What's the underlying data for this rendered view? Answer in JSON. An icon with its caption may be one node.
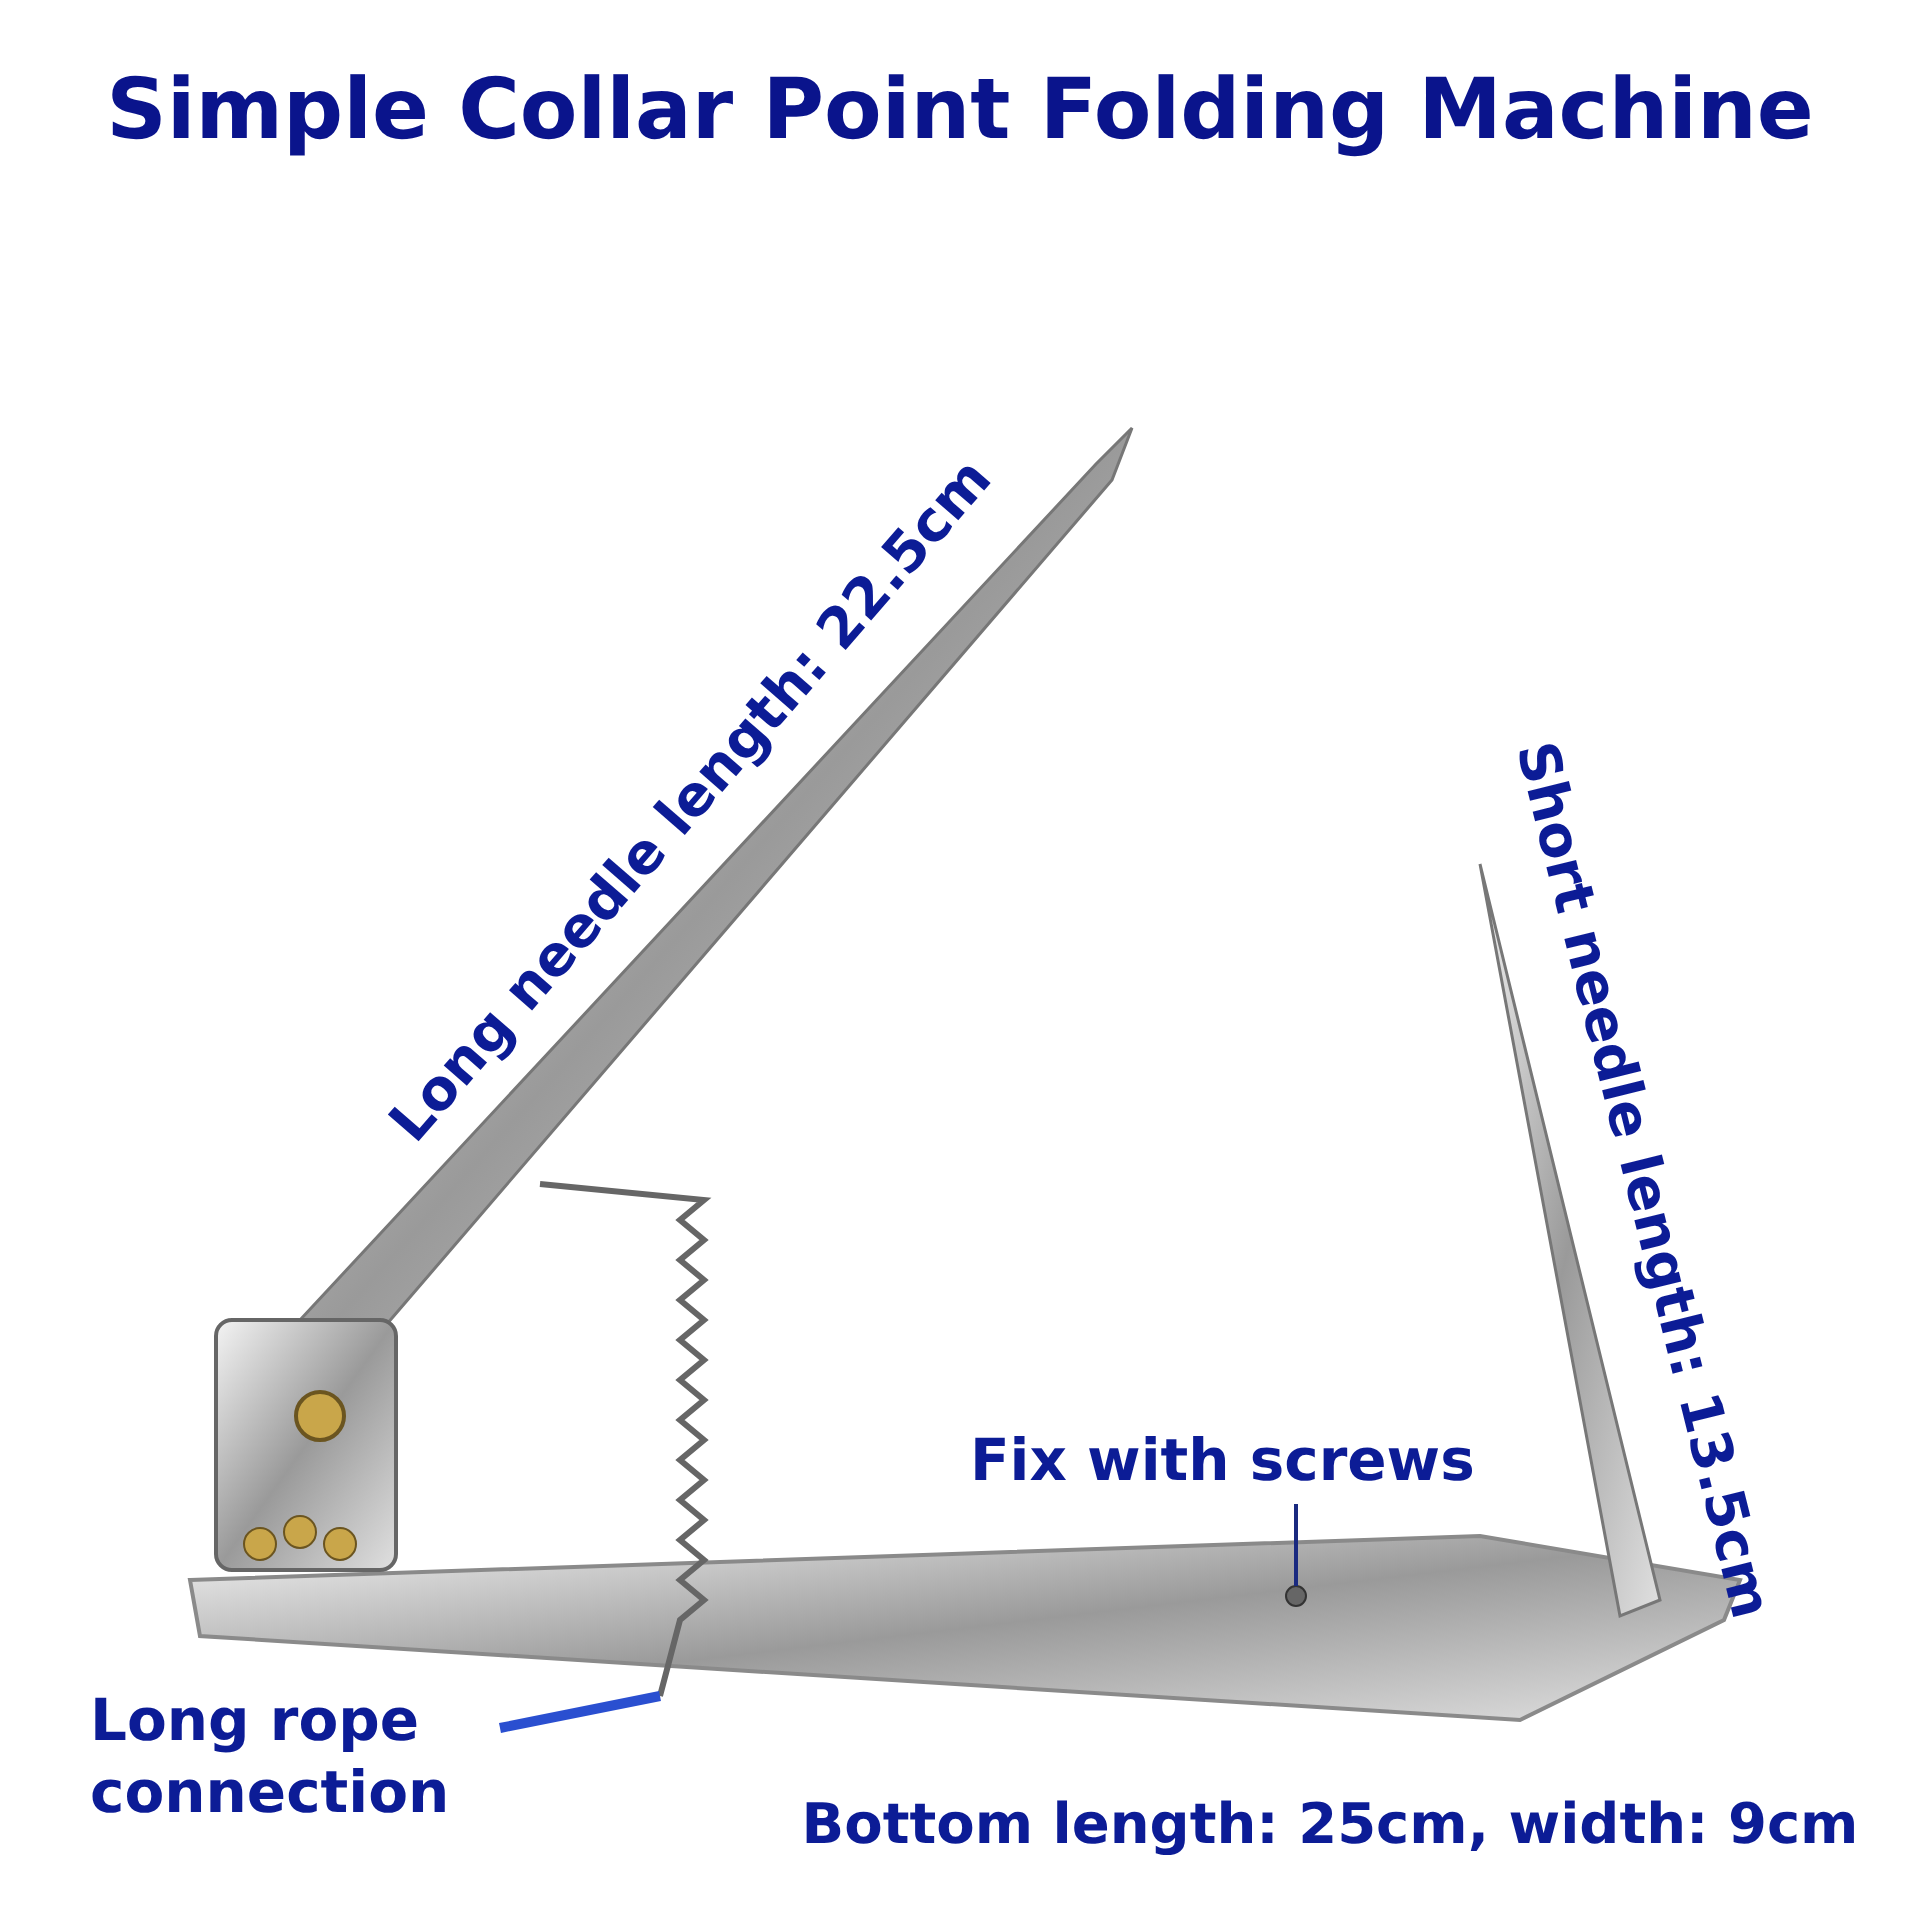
{
  "diagram": {
    "title": "Simple Collar Point Folding Machine",
    "nodes": [
      {
        "text": [
          "Fix with screws"
        ]
      },
      {
        "text": [],
        "shape": "circle"
      },
      {
        "text": [
          "Long rope connection"
        ]
      }
    ],
    "edges": [
      {
        "from": 0,
        "to": 1,
        "arrow": "none"
      },
      {
        "from": 2,
        "to": null,
        "arrow": "none",
        "style": "thick",
        "color": "#2a4fd0"
      }
    ],
    "labels": [
      "Long needle length: 22.5cm",
      "Short needle length: 13.5cm",
      "Bottom length: 25cm, width: 9cm"
    ]
  }
}
